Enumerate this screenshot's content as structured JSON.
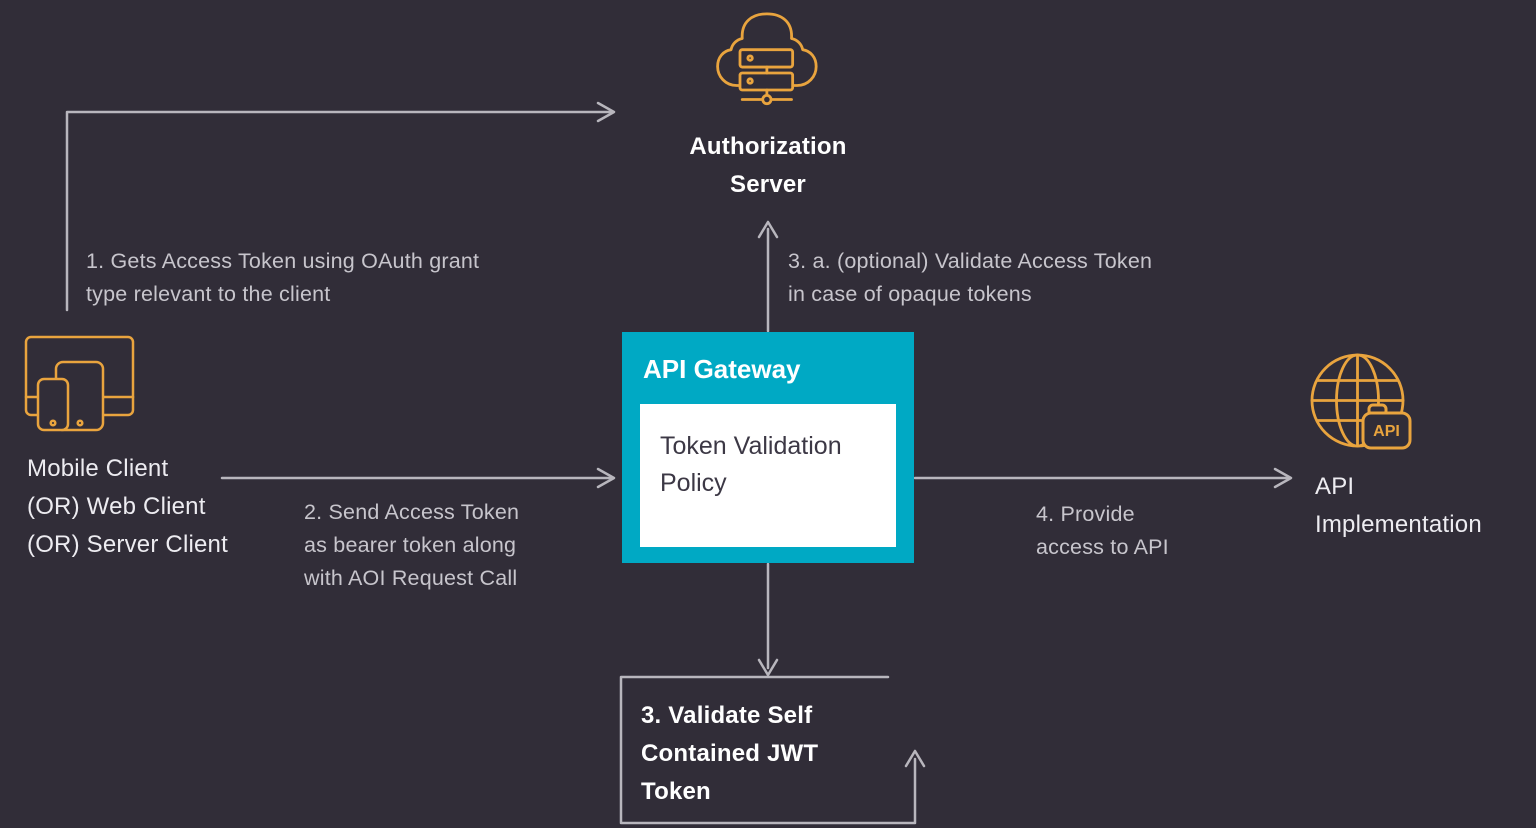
{
  "colors": {
    "background": "#312d38",
    "teal": "#00a9c4",
    "orange": "#e9a43e",
    "line": "#b8b6bd",
    "white": "#ffffff",
    "text_bright": "#edecf1",
    "text_muted": "#c7c5cc",
    "text_dark": "#3c3845"
  },
  "nodes": {
    "authorization_server": {
      "lines": [
        "Authorization",
        "Server"
      ]
    },
    "client": {
      "lines": [
        "Mobile Client",
        "(OR) Web Client",
        "(OR) Server Client"
      ]
    },
    "api_gateway": {
      "title": "API Gateway",
      "policy": "Token Validation Policy"
    },
    "jwt_validation": {
      "lines": [
        "3. Validate Self",
        "Contained JWT",
        "Token"
      ]
    },
    "api_implementation": {
      "lines": [
        "API",
        "Implementation"
      ],
      "badge": "API"
    }
  },
  "annotations": {
    "step1": {
      "lines": [
        "1. Gets Access Token using OAuth grant",
        "type relevant to the client"
      ]
    },
    "step2": {
      "lines": [
        "2. Send Access Token",
        "as bearer token along",
        "with AOI Request Call"
      ]
    },
    "step3a": {
      "lines": [
        "3. a. (optional) Validate Access Token",
        "in case of opaque tokens"
      ]
    },
    "step4": {
      "lines": [
        "4. Provide",
        "access to API"
      ]
    }
  }
}
